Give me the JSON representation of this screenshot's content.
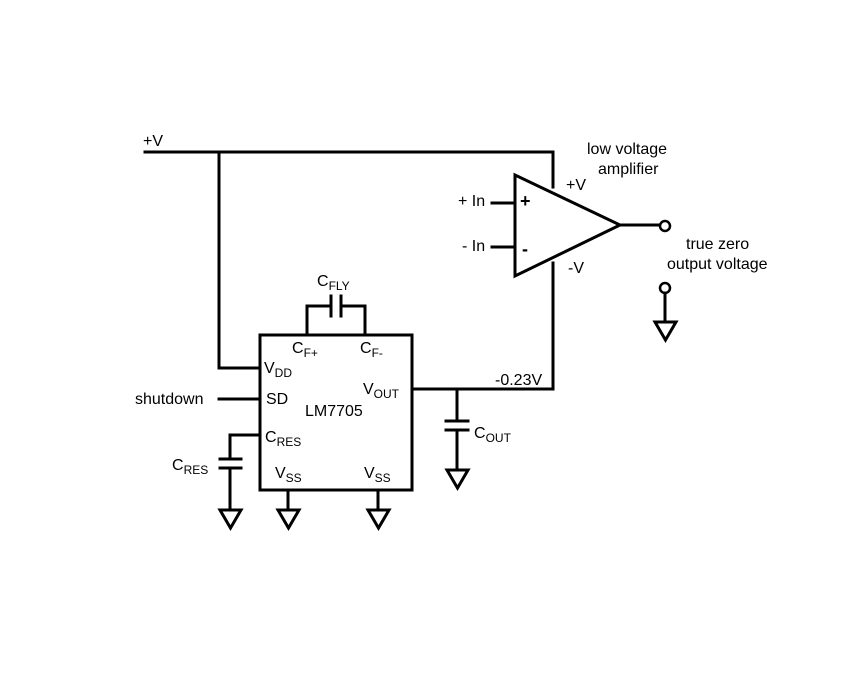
{
  "labels": {
    "vplus": "+V",
    "amp_title_1": "low voltage",
    "amp_title_2": "amplifier",
    "amp_vplus": "+V",
    "amp_vminus": "-V",
    "in_plus": "+ In",
    "in_minus": "- In",
    "amp_plus_sign": "+",
    "amp_minus_sign": "-",
    "out_1": "true zero",
    "out_2": "output voltage",
    "cfly_main": "C",
    "cfly_sub": "FLY",
    "cfp_main": "C",
    "cfp_sub": "F+",
    "cfm_main": "C",
    "cfm_sub": "F-",
    "vdd_main": "V",
    "vdd_sub": "DD",
    "sd": "SD",
    "shutdown": "shutdown",
    "chip": "LM7705",
    "cres_pin_main": "C",
    "cres_pin_sub": "RES",
    "cres_main": "C",
    "cres_sub": "RES",
    "vss1_main": "V",
    "vss1_sub": "SS",
    "vss2_main": "V",
    "vss2_sub": "SS",
    "vout_main": "V",
    "vout_sub": "OUT",
    "neg_voltage": "-0.23V",
    "cout_main": "C",
    "cout_sub": "OUT"
  }
}
